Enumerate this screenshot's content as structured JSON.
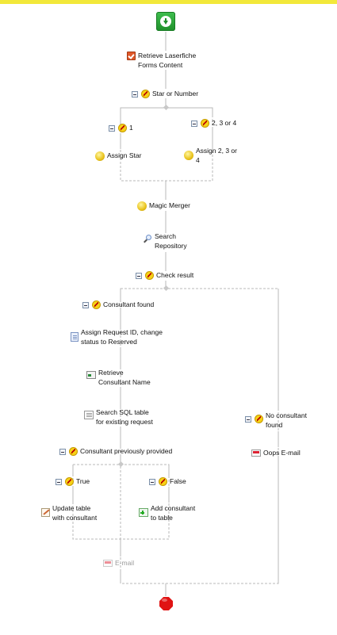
{
  "colors": {
    "top_bar": "#f2e83a",
    "start": "#2aa33a",
    "stop": "#e01313",
    "connector": "#b0b0b0"
  },
  "nodes": {
    "start": {
      "icon": "start-arrow-icon"
    },
    "retrieve_forms": {
      "line1": "Retrieve Laserfiche",
      "line2": "Forms Content",
      "icon": "check-task-icon"
    },
    "star_or_number": {
      "label": "Star or Number",
      "icon": "condition-icon"
    },
    "branch_1": {
      "label": "1",
      "icon": "condition-icon"
    },
    "branch_234": {
      "label": "2, 3 or 4",
      "icon": "condition-icon"
    },
    "assign_star": {
      "label": "Assign Star",
      "icon": "token-icon"
    },
    "assign_234": {
      "line1": "Assign 2, 3 or",
      "line2": "4",
      "icon": "token-icon"
    },
    "magic_merger": {
      "label": "Magic Merger",
      "icon": "token-icon"
    },
    "search_repo": {
      "line1": "Search",
      "line2": "Repository",
      "icon": "search-icon"
    },
    "check_result": {
      "label": "Check result",
      "icon": "condition-icon"
    },
    "consultant_found": {
      "label": "Consultant found",
      "icon": "condition-icon"
    },
    "no_consultant": {
      "line1": "No consultant",
      "line2": "found",
      "icon": "condition-icon"
    },
    "assign_request": {
      "line1": "Assign Request ID, change",
      "line2": "status to Reserved",
      "icon": "document-icon"
    },
    "retrieve_consultant": {
      "line1": "Retrieve",
      "line2": "Consultant Name",
      "icon": "form-icon"
    },
    "search_sql": {
      "line1": "Search SQL table",
      "line2": "for existing request",
      "icon": "sql-icon"
    },
    "oops_email": {
      "label": "Oops E-mail",
      "icon": "email-icon"
    },
    "consultant_prev": {
      "label": "Consultant previously provided",
      "icon": "condition-icon"
    },
    "branch_true": {
      "label": "True",
      "icon": "condition-icon"
    },
    "branch_false": {
      "label": "False",
      "icon": "condition-icon"
    },
    "update_table": {
      "line1": "Update table",
      "line2": "with consultant",
      "icon": "update-icon"
    },
    "add_consultant": {
      "line1": "Add consultant",
      "line2": "to table",
      "icon": "add-icon"
    },
    "email_disabled": {
      "label": "E-mail",
      "icon": "email-icon"
    },
    "stop": {
      "icon": "stop-icon"
    }
  }
}
